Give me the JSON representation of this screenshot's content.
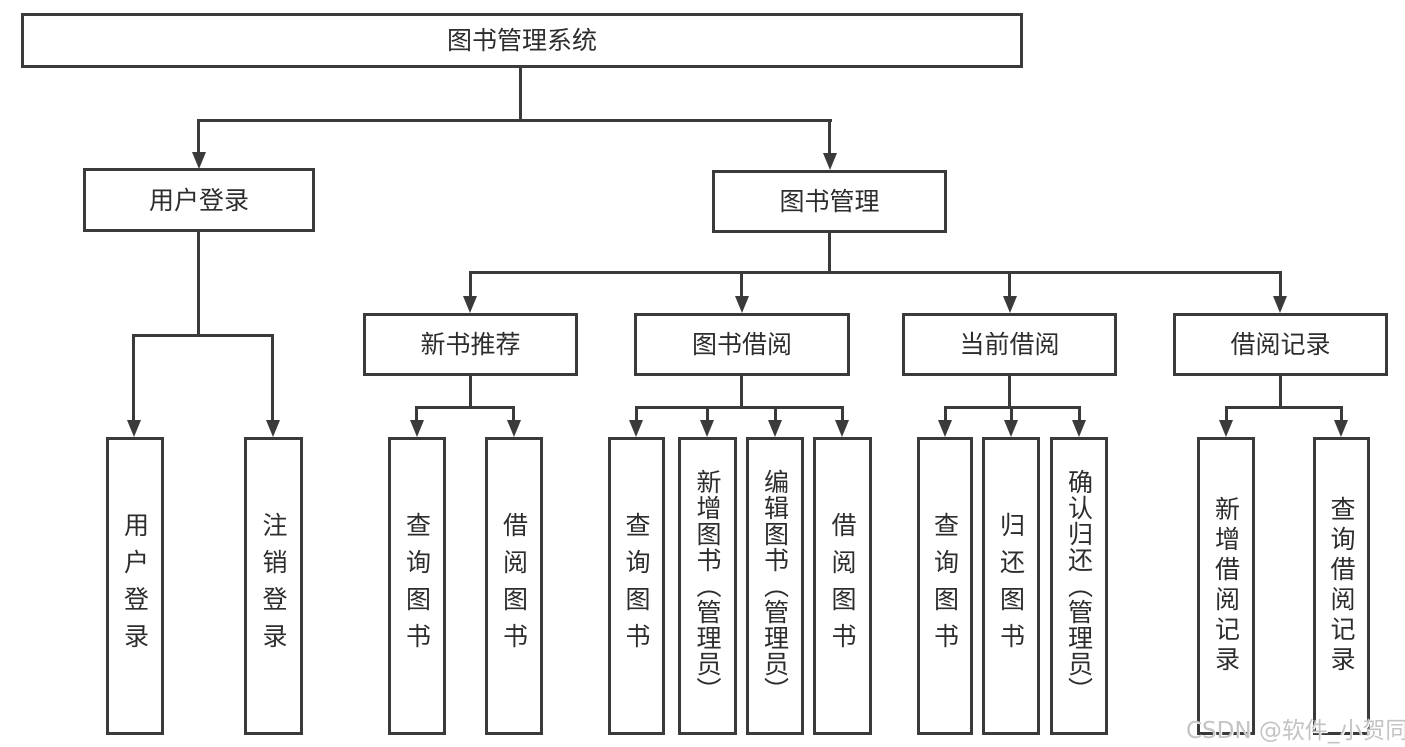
{
  "diagram": {
    "title": "图书管理系统",
    "watermark": "CSDN @软件_小贺同学",
    "colors": {
      "line": "#3a3a3a",
      "text": "#2d2d2d",
      "watermark": "#c4c4c4",
      "background": "#ffffff"
    },
    "nodes": {
      "root": "图书管理系统",
      "user_login": "用户登录",
      "book_mgmt": "图书管理",
      "user_login_leaf": "用户登录",
      "logout_leaf": "注销登录",
      "new_book_rec": "新书推荐",
      "book_borrow": "图书借阅",
      "current_borrow": "当前借阅",
      "borrow_records": "借阅记录",
      "rec_query_book": "查询图书",
      "rec_borrow_book": "借阅图书",
      "bb_query_book": "查询图书",
      "bb_add_book_admin": "新增图书（管理员）",
      "bb_edit_book_admin": "编辑图书（管理员）",
      "bb_borrow_book": "借阅图书",
      "cb_query_book": "查询图书",
      "cb_return_book": "归还图书",
      "cb_confirm_return_admin": "确认归还（管理员）",
      "br_add_record": "新增借阅记录",
      "br_query_record": "查询借阅记录"
    }
  }
}
